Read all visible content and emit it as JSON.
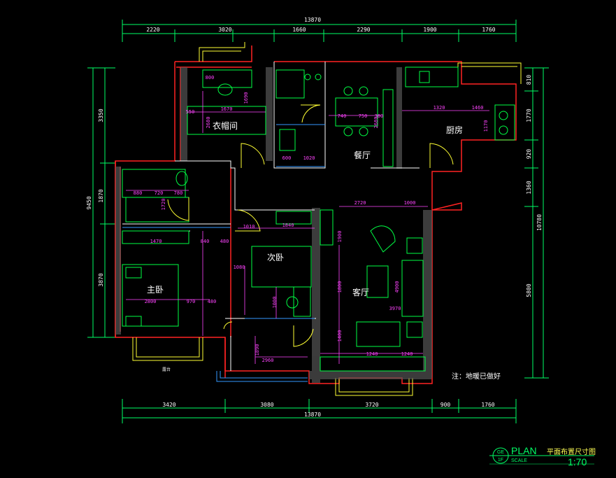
{
  "dimensions": {
    "top_overall": "13870",
    "top": [
      "2220",
      "3020",
      "1660",
      "2290",
      "1900",
      "1760"
    ],
    "bottom_overall": "13870",
    "bottom": [
      "3420",
      "3080",
      "3720",
      "900",
      "1760"
    ],
    "left_overall": "9450",
    "left": [
      "3350",
      "1870",
      "3870"
    ],
    "right_overall": "10780",
    "right": [
      "810",
      "1770",
      "920",
      "1360",
      "5800"
    ]
  },
  "rooms": {
    "cloakroom": "衣帽间",
    "dining": "餐厅",
    "kitchen": "厨房",
    "second_bedroom": "次卧",
    "master_bedroom": "主卧",
    "living_room": "客厅",
    "balcony": "露台"
  },
  "interior_dims": [
    "1670",
    "2680",
    "1320",
    "1460",
    "1170",
    "2720",
    "1000",
    "1840",
    "1080",
    "2960",
    "3970",
    "1240",
    "1240",
    "1010",
    "4900",
    "1800",
    "1000",
    "880",
    "720",
    "780",
    "1720",
    "1470",
    "840",
    "480",
    "2800",
    "970",
    "480",
    "1690",
    "2680",
    "740",
    "750",
    "380",
    "1020",
    "600",
    "550",
    "800",
    "1890",
    "1900",
    "1400"
  ],
  "note": "注：地暖已做好",
  "title_block": {
    "sheet_top": "GE",
    "sheet_bottom": "1F",
    "plan_word": "PLAN",
    "scale_word": "SCALE",
    "title": "平面布置尺寸图",
    "scale_value": "1:70"
  }
}
